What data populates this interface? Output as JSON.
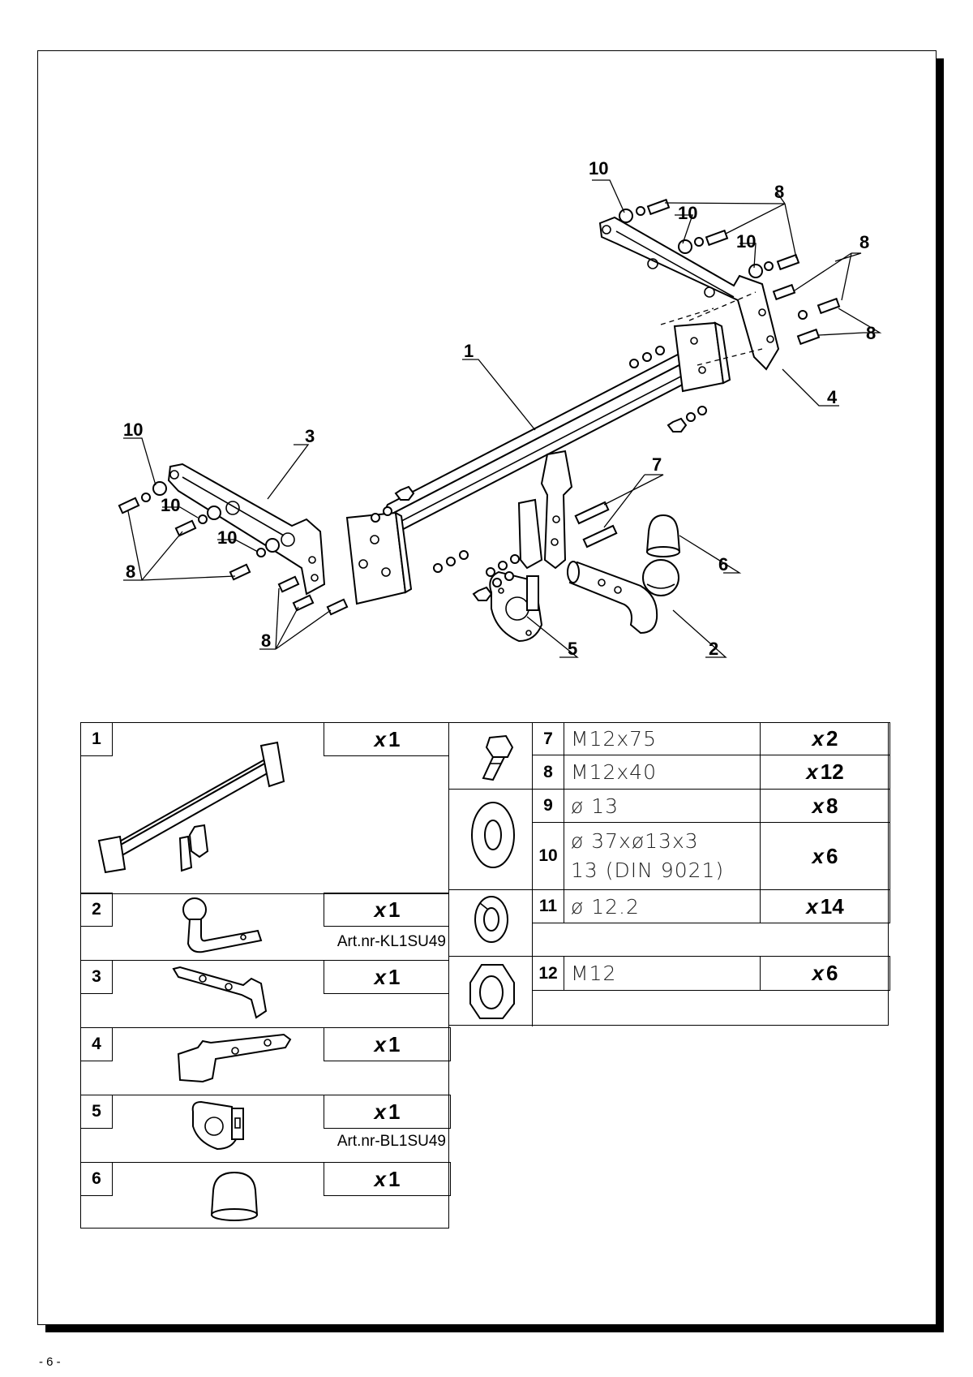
{
  "page": {
    "number": "- 6 -"
  },
  "callouts": {
    "c1": "1",
    "c2": "2",
    "c3": "3",
    "c4": "4",
    "c5": "5",
    "c6": "6",
    "c7": "7",
    "c8": "8",
    "c10": "10"
  },
  "parts_left": [
    {
      "no": "1",
      "qty_prefix": "x",
      "qty": "1",
      "art": ""
    },
    {
      "no": "2",
      "qty_prefix": "x",
      "qty": "1",
      "art": "Art.nr-KL1SU49"
    },
    {
      "no": "3",
      "qty_prefix": "x",
      "qty": "1",
      "art": ""
    },
    {
      "no": "4",
      "qty_prefix": "x",
      "qty": "1",
      "art": ""
    },
    {
      "no": "5",
      "qty_prefix": "x",
      "qty": "1",
      "art": "Art.nr-BL1SU49"
    },
    {
      "no": "6",
      "qty_prefix": "x",
      "qty": "1",
      "art": ""
    }
  ],
  "parts_right": [
    {
      "no": "7",
      "spec": "M12x75",
      "qty_prefix": "x",
      "qty": "2"
    },
    {
      "no": "8",
      "spec": "M12x40",
      "qty_prefix": "x",
      "qty": "12"
    },
    {
      "no": "9",
      "spec": "ø 13",
      "qty_prefix": "x",
      "qty": "8"
    },
    {
      "no": "10",
      "spec": "ø 37xø13x3",
      "spec2": "13   (DIN 9021)",
      "qty_prefix": "x",
      "qty": "6"
    },
    {
      "no": "11",
      "spec": "ø 12.2",
      "qty_prefix": "x",
      "qty": "14"
    },
    {
      "no": "12",
      "spec": "M12",
      "qty_prefix": "x",
      "qty": "6"
    }
  ],
  "icons": [
    "bolt-icon",
    "flat-washer-icon",
    "spring-washer-icon",
    "hex-nut-icon"
  ]
}
